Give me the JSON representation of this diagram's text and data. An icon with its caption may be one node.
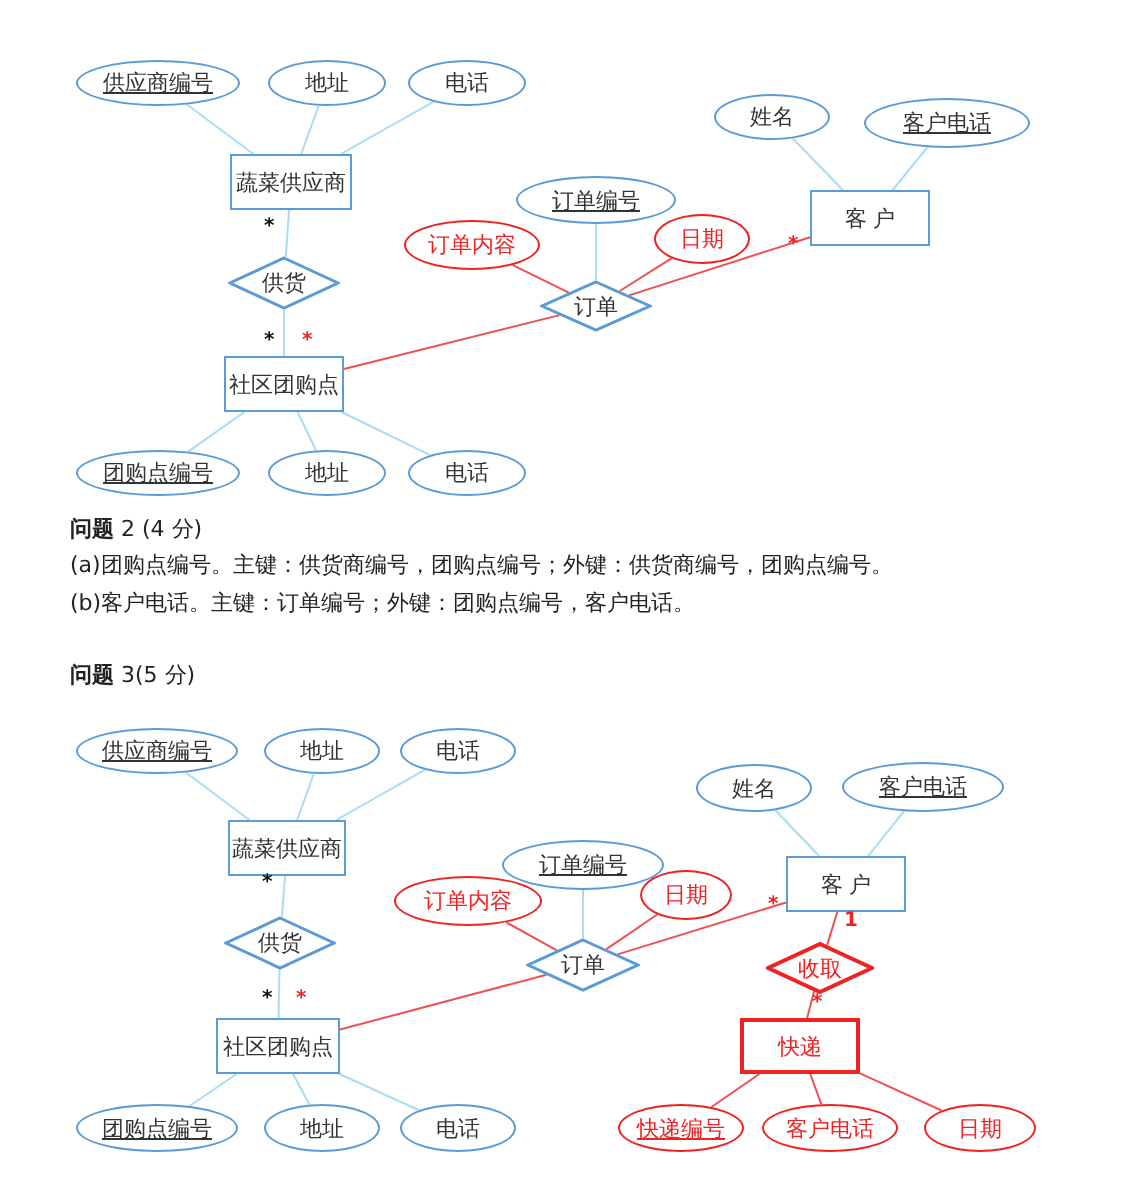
{
  "diagram": {
    "nodes": [
      {
        "text": [
          "供应商编号"
        ]
      },
      {
        "text": [
          "地址"
        ]
      },
      {
        "text": [
          "电话"
        ]
      },
      {
        "text": [
          "蔬菜供应商"
        ]
      },
      {
        "text": [
          "供货"
        ]
      },
      {
        "text": [
          "社区团购点"
        ]
      },
      {
        "text": [
          "团购点编号"
        ]
      },
      {
        "text": [
          "地址"
        ]
      },
      {
        "text": [
          "电话"
        ]
      },
      {
        "text": [
          "订单编号"
        ]
      },
      {
        "text": [
          "订单内容"
        ]
      },
      {
        "text": [
          "日期"
        ]
      },
      {
        "text": [
          "订单"
        ]
      },
      {
        "text": [
          "姓名"
        ]
      },
      {
        "text": [
          "客户电话"
        ]
      },
      {
        "text": [
          "客 户"
        ]
      },
      {
        "text": [
          "供应商编号"
        ]
      },
      {
        "text": [
          "地址"
        ]
      },
      {
        "text": [
          "电话"
        ]
      },
      {
        "text": [
          "蔬菜供应商"
        ]
      },
      {
        "text": [
          "供货"
        ]
      },
      {
        "text": [
          "社区团购点"
        ]
      },
      {
        "text": [
          "团购点编号"
        ]
      },
      {
        "text": [
          "地址"
        ]
      },
      {
        "text": [
          "电话"
        ]
      },
      {
        "text": [
          "订单编号"
        ]
      },
      {
        "text": [
          "订单内容"
        ]
      },
      {
        "text": [
          "日期"
        ]
      },
      {
        "text": [
          "订单"
        ]
      },
      {
        "text": [
          "姓名"
        ]
      },
      {
        "text": [
          "客户电话"
        ]
      },
      {
        "text": [
          "客 户"
        ]
      },
      {
        "text": [
          "收取"
        ]
      },
      {
        "text": [
          "快递"
        ]
      },
      {
        "text": [
          "快递编号"
        ]
      },
      {
        "text": [
          "客户电话"
        ]
      },
      {
        "text": [
          "日期"
        ]
      }
    ],
    "edges": [
      {
        "from": 0,
        "to": 3,
        "arrow": "none"
      },
      {
        "from": 1,
        "to": 3,
        "arrow": "none"
      },
      {
        "from": 2,
        "to": 3,
        "arrow": "none"
      },
      {
        "from": 3,
        "to": 4,
        "arrow": "none"
      },
      {
        "from": 4,
        "to": 5,
        "arrow": "none"
      },
      {
        "from": 5,
        "to": 6,
        "arrow": "none"
      },
      {
        "from": 5,
        "to": 7,
        "arrow": "none"
      },
      {
        "from": 5,
        "to": 8,
        "arrow": "none"
      },
      {
        "from": 9,
        "to": 12,
        "arrow": "none"
      },
      {
        "from": 10,
        "to": 12,
        "arrow": "none",
        "color": "#f05050"
      },
      {
        "from": 11,
        "to": 12,
        "arrow": "none",
        "color": "#f05050"
      },
      {
        "from": 12,
        "to": 5,
        "arrow": "none",
        "color": "#f05050"
      },
      {
        "from": 12,
        "to": 15,
        "arrow": "none",
        "color": "#f05050"
      },
      {
        "from": 13,
        "to": 15,
        "arrow": "none"
      },
      {
        "from": 14,
        "to": 15,
        "arrow": "none"
      },
      {
        "from": 16,
        "to": 19,
        "arrow": "none"
      },
      {
        "from": 17,
        "to": 19,
        "arrow": "none"
      },
      {
        "from": 18,
        "to": 19,
        "arrow": "none"
      },
      {
        "from": 19,
        "to": 20,
        "arrow": "none"
      },
      {
        "from": 20,
        "to": 21,
        "arrow": "none"
      },
      {
        "from": 21,
        "to": 22,
        "arrow": "none"
      },
      {
        "from": 21,
        "to": 23,
        "arrow": "none"
      },
      {
        "from": 21,
        "to": 24,
        "arrow": "none"
      },
      {
        "from": 25,
        "to": 28,
        "arrow": "none"
      },
      {
        "from": 26,
        "to": 28,
        "arrow": "none",
        "color": "#f05050"
      },
      {
        "from": 27,
        "to": 28,
        "arrow": "none",
        "color": "#f05050"
      },
      {
        "from": 28,
        "to": 21,
        "arrow": "none",
        "color": "#f05050"
      },
      {
        "from": 28,
        "to": 31,
        "arrow": "none",
        "color": "#f05050"
      },
      {
        "from": 29,
        "to": 31,
        "arrow": "none"
      },
      {
        "from": 30,
        "to": 31,
        "arrow": "none"
      },
      {
        "from": 31,
        "to": 32,
        "arrow": "none",
        "color": "#f05050"
      },
      {
        "from": 32,
        "to": 33,
        "arrow": "none",
        "color": "#f05050"
      },
      {
        "from": 33,
        "to": 34,
        "arrow": "none",
        "color": "#f05050"
      },
      {
        "from": 33,
        "to": 35,
        "arrow": "none",
        "color": "#f05050"
      },
      {
        "from": 33,
        "to": 36,
        "arrow": "none",
        "color": "#f05050"
      }
    ],
    "labels": [
      "*",
      "*",
      "*",
      "*",
      "**问题** 2 (4 分)",
      "(a)团购点编号。主键：供货商编号，团购点编号；外键：供货商编号，团购点编号。",
      "(b)客户电话。主键：订单编号；外键：团购点编号，客户电话。",
      "**问题** 3(5 分)",
      "*",
      "*",
      "*",
      "*",
      "1",
      "*"
    ]
  }
}
